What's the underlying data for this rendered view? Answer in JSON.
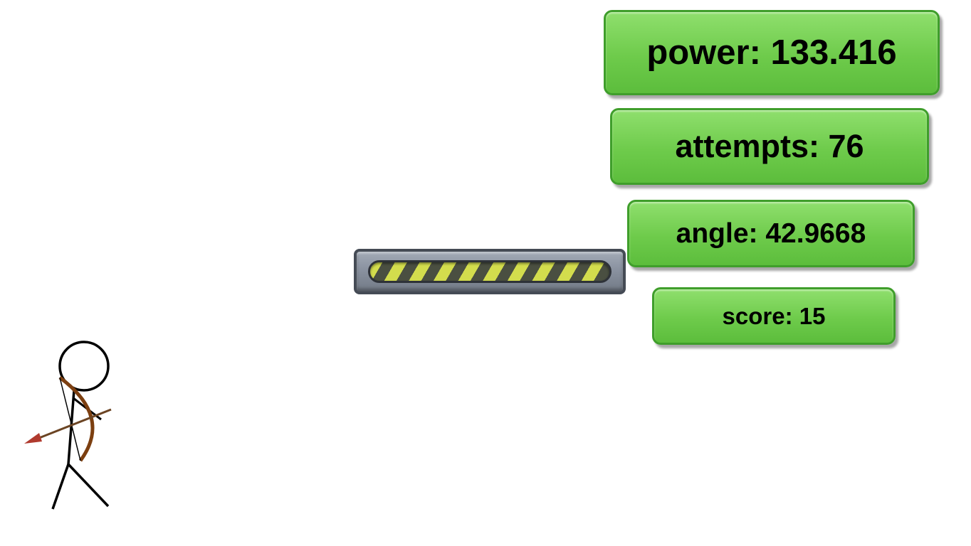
{
  "hud": {
    "badges": [
      {
        "name": "power",
        "label": "power: 133.416",
        "value": "133.416"
      },
      {
        "name": "attempts",
        "label": "attempts: 76",
        "value": "76"
      },
      {
        "name": "angle",
        "label": "angle: 42.9668",
        "value": "42.9668"
      },
      {
        "name": "score",
        "label": "score: 15",
        "value": "15"
      }
    ]
  },
  "entities": {
    "archer": "stick-figure-archer-with-bow-and-arrow",
    "platform": "stone-platform-with-hazard-stripes"
  },
  "theme": {
    "background": "#ffffff",
    "badge_green": "#6ecb4b",
    "badge_border_green": "#3f9e2b",
    "stripe_yellow": "#d3dd4d",
    "stripe_dark": "#4a4f41",
    "platform_gray": "#8a92a0",
    "arrow_head_red": "#b03a2e",
    "bow_brown": "#7c3f10"
  }
}
